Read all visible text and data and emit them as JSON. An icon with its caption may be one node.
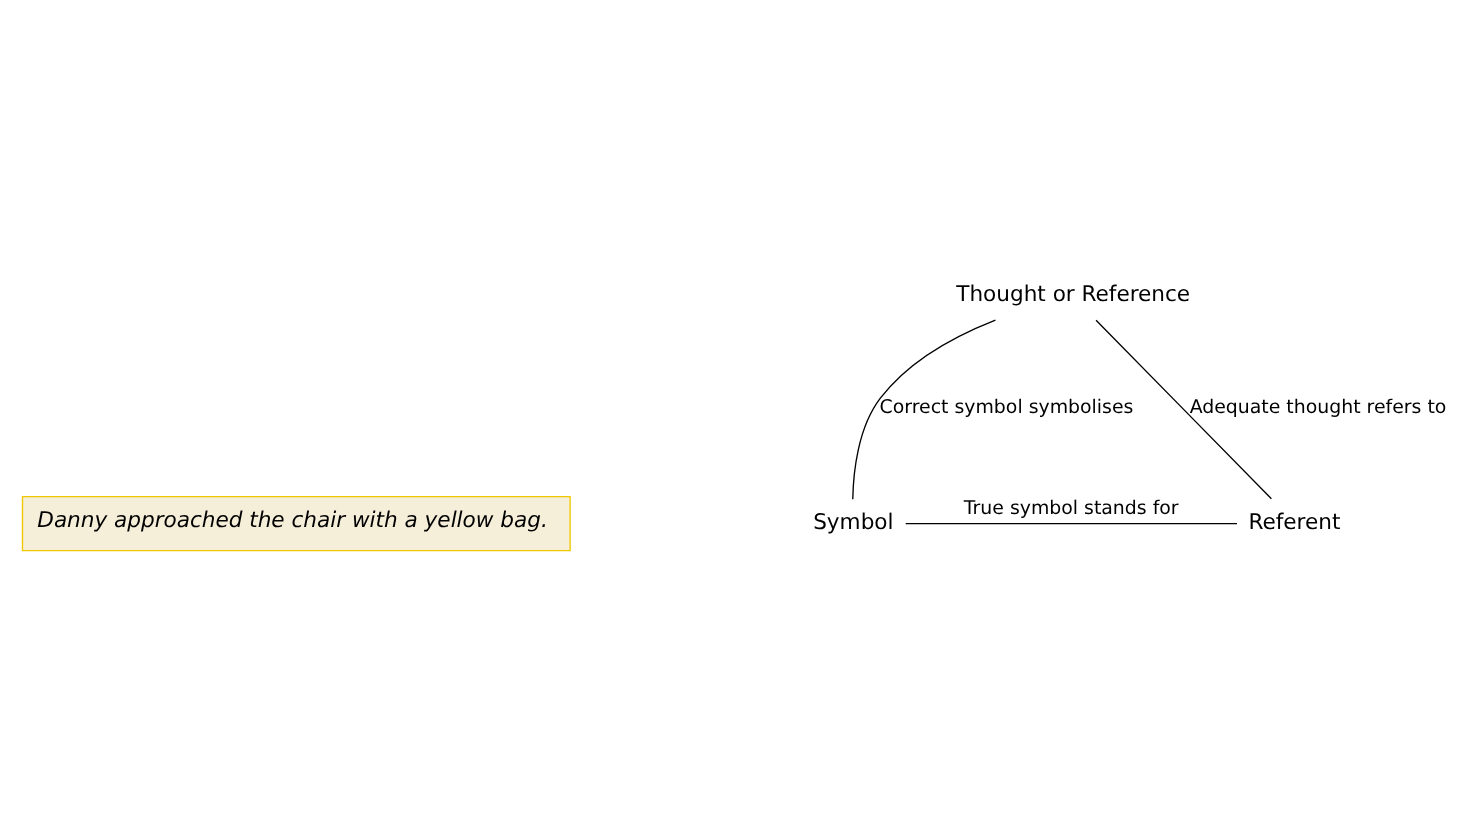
{
  "diagram": {
    "nodes": [
      {
        "text": [
          "Thought or Reference"
        ]
      },
      {
        "text": [
          "Symbol"
        ]
      },
      {
        "text": [
          "Referent"
        ]
      },
      {
        "text": [
          "Danny approached the chair with a yellow bag."
        ]
      }
    ],
    "edges": [
      {
        "from": 1,
        "to": 0,
        "arrow": "none",
        "label": "Correct symbol symbolises"
      },
      {
        "from": 0,
        "to": 2,
        "arrow": "none",
        "label": "Adequate thought refers to"
      },
      {
        "from": 1,
        "to": 2,
        "arrow": "none",
        "label": "True symbol stands for"
      }
    ]
  }
}
